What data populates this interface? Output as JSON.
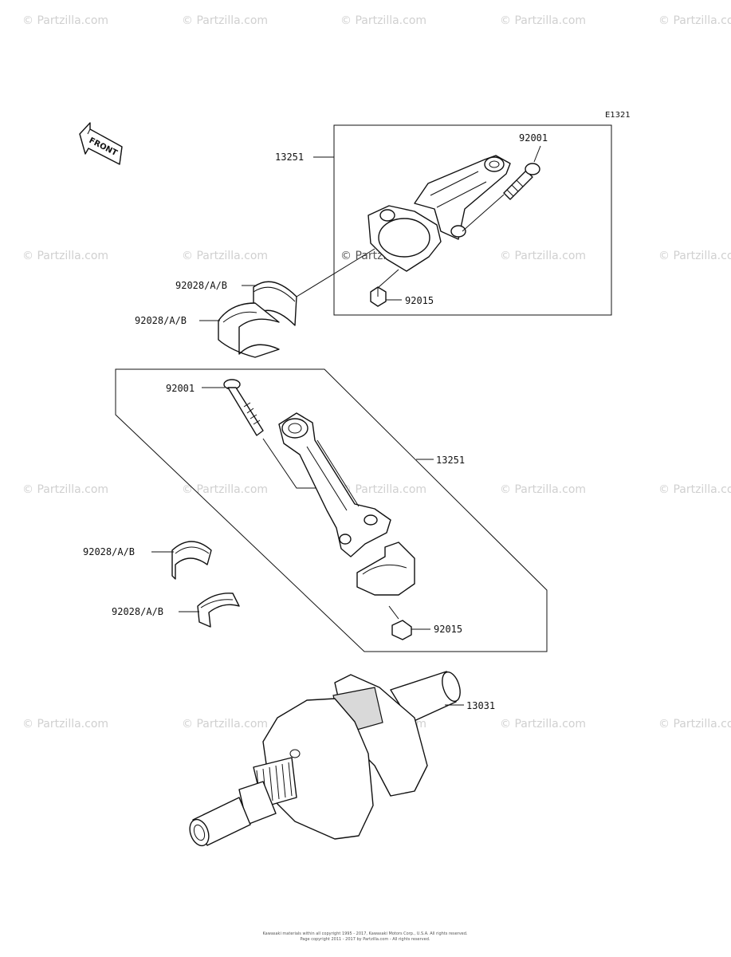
{
  "diagram": {
    "ref_code": "E1321",
    "front_label": "FRONT",
    "watermark": "© Partzilla.com",
    "labels": {
      "conrod_upper": "13251",
      "bolt_upper": "92001",
      "nut_upper": "92015",
      "bearing_upper_1": "92028/A/B",
      "bearing_upper_2": "92028/A/B",
      "bolt_lower": "92001",
      "conrod_lower": "13251",
      "bearing_lower_1": "92028/A/B",
      "bearing_lower_2": "92028/A/B",
      "nut_lower": "92015",
      "crankshaft": "13031"
    },
    "footer_line1": "Kawasaki materials within all copyright 1995 - 2017, Kawasaki Motors Corp., U.S.A. All rights reserved.",
    "footer_line2": "Page copyright 2011 - 2017 by Partzilla.com - All rights reserved."
  }
}
